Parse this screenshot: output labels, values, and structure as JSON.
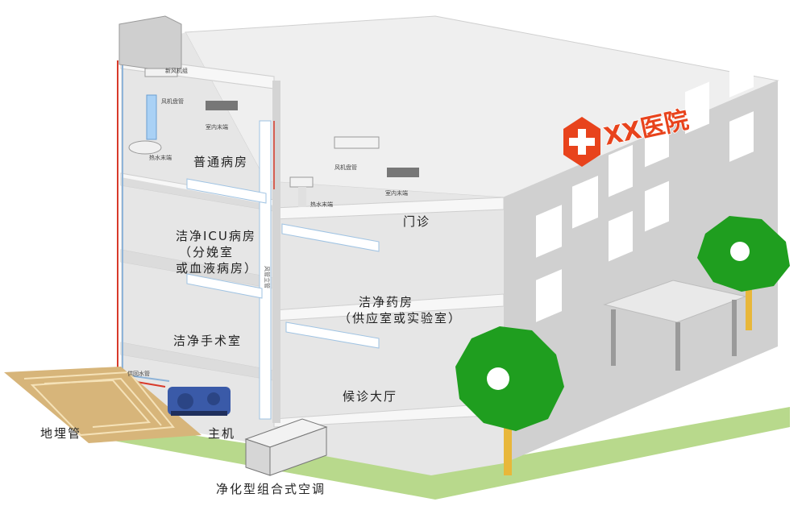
{
  "hospital_sign": "XX医院",
  "rooms": {
    "general_ward": "普通病房",
    "icu_line1": "洁净ICU病房",
    "icu_line2": "（分娩室",
    "icu_line3": "或血液病房）",
    "operating_room": "洁净手术室",
    "clinic": "门诊",
    "pharmacy_line1": "洁净药房",
    "pharmacy_line2": "（供应室或实验室）",
    "waiting_hall": "候诊大厅"
  },
  "equipment": {
    "ground_pipe": "地埋管",
    "main_unit": "主机",
    "ahu": "净化型组合式空调"
  },
  "small_labels": {
    "fresh_air_box": "新风机组",
    "fan_coil_a": "风机盘管",
    "fan_coil_b": "风机盘管",
    "indoor_unit_a": "室内末端",
    "indoor_unit_b": "室内末端",
    "terminal_a": "热水末端",
    "terminal_b": "热水末端",
    "riser": "风管立管",
    "pipe_note": "供回水管"
  },
  "colors": {
    "wall_light": "#f2f2f2",
    "wall_mid": "#d9d9d9",
    "wall_dark": "#c4c4c4",
    "window": "#ffffff",
    "pipe_red": "#d83a2a",
    "pipe_blue": "#8fb4d8",
    "tree_green": "#1f9e1f",
    "trunk": "#e8b73a",
    "sign_red": "#e8431c",
    "ground_pipe": "#d7b57a",
    "grass": "#b8d98c"
  }
}
